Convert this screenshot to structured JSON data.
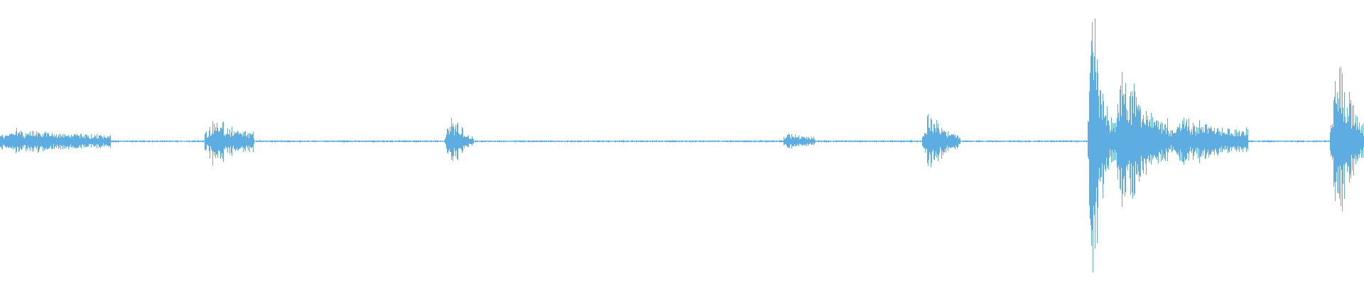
{
  "waveform": {
    "color": "#5dade2",
    "background": "#ffffff",
    "track_seconds": 100,
    "regions": [
      {
        "from": 0.0,
        "to": 8.1,
        "peak": 0.06,
        "noise": 0.03
      },
      {
        "from": 15.0,
        "to": 18.6,
        "peak": 0.11,
        "noise": 0.04
      },
      {
        "from": 32.6,
        "to": 34.7,
        "peak": 0.12,
        "noise": 0.02
      },
      {
        "from": 57.4,
        "to": 59.7,
        "peak": 0.04,
        "noise": 0.02
      },
      {
        "from": 67.6,
        "to": 70.4,
        "peak": 0.13,
        "noise": 0.03
      },
      {
        "from": 79.7,
        "to": 81.6,
        "peak": 0.6,
        "noise": 0.1
      },
      {
        "from": 81.6,
        "to": 85.6,
        "peak": 0.32,
        "noise": 0.09
      },
      {
        "from": 85.6,
        "to": 91.5,
        "peak": 0.12,
        "noise": 0.05
      },
      {
        "from": 97.5,
        "to": 100.0,
        "peak": 0.4,
        "noise": 0.08
      }
    ],
    "baseline_noise": 0.004
  }
}
